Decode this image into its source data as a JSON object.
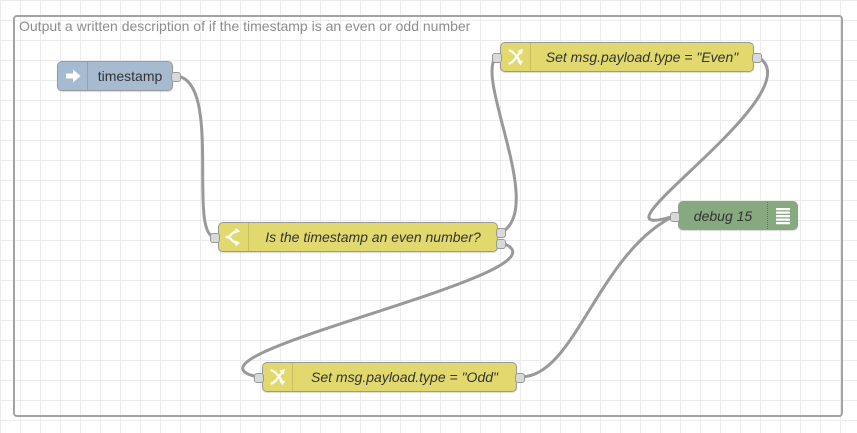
{
  "group": {
    "label": "Output a written description of if the timestamp is an even or odd number"
  },
  "nodes": {
    "inject": {
      "label": "timestamp",
      "color": "#a6bbcf"
    },
    "switch": {
      "label": "Is the timestamp an even number?",
      "color": "#e2d96e",
      "outputs": 2
    },
    "change_even": {
      "label": "Set msg.payload.type = \"Even\"",
      "color": "#e2d96e"
    },
    "change_odd": {
      "label": "Set msg.payload.type = \"Odd\"",
      "color": "#e2d96e"
    },
    "debug": {
      "label": "debug 15",
      "color": "#87a980"
    }
  },
  "colors": {
    "wire": "#999999",
    "port": "#d9d9d9",
    "grid_line": "#ececec",
    "group_border": "#a3a3a3",
    "node_label_text": "#333333",
    "group_label_text": "#8d8d8d"
  }
}
